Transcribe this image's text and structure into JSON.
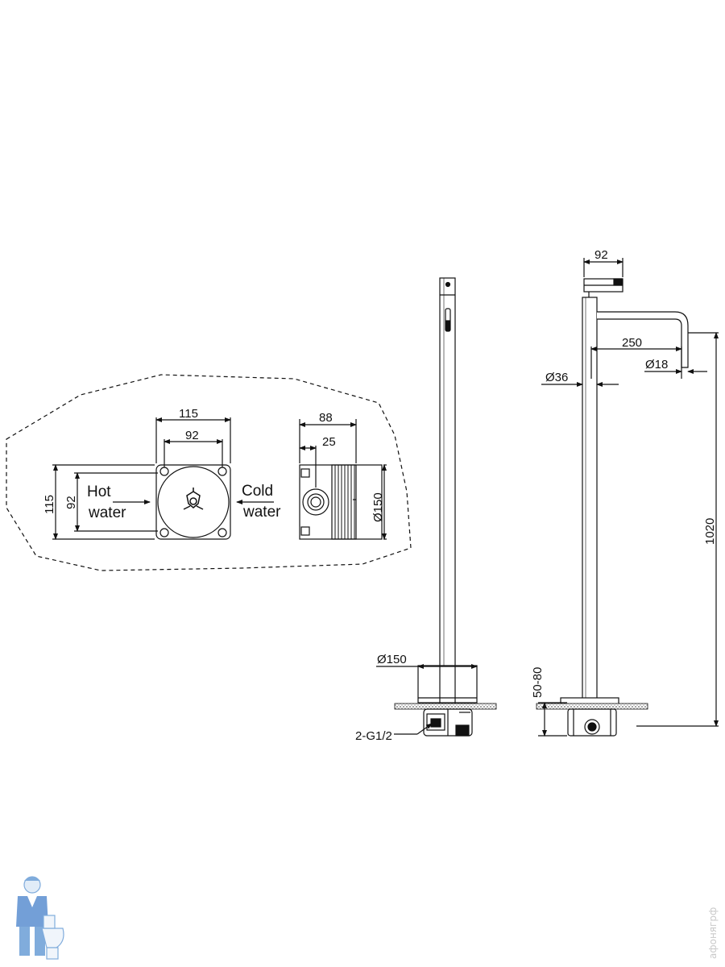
{
  "rough_in_box": {
    "front_view": {
      "width_outer": "115",
      "width_inner": "92",
      "height_outer": "115",
      "height_inner": "92",
      "hot_label_line1": "Hot",
      "hot_label_line2": "water",
      "cold_label_line1": "Cold",
      "cold_label_line2": "water"
    },
    "side_view": {
      "depth": "88",
      "offset": "25",
      "diameter": "Ø150"
    }
  },
  "front_elevation": {
    "base_diameter": "Ø150",
    "connection": "2-G1/2"
  },
  "side_elevation": {
    "handle_width": "92",
    "spout_reach": "250",
    "outlet_diameter": "Ø18",
    "column_diameter": "Ø36",
    "total_height": "1020",
    "install_depth": "50-80"
  },
  "watermark": {
    "text": "афонягрф",
    "icon": "plumber-mascot-icon"
  }
}
